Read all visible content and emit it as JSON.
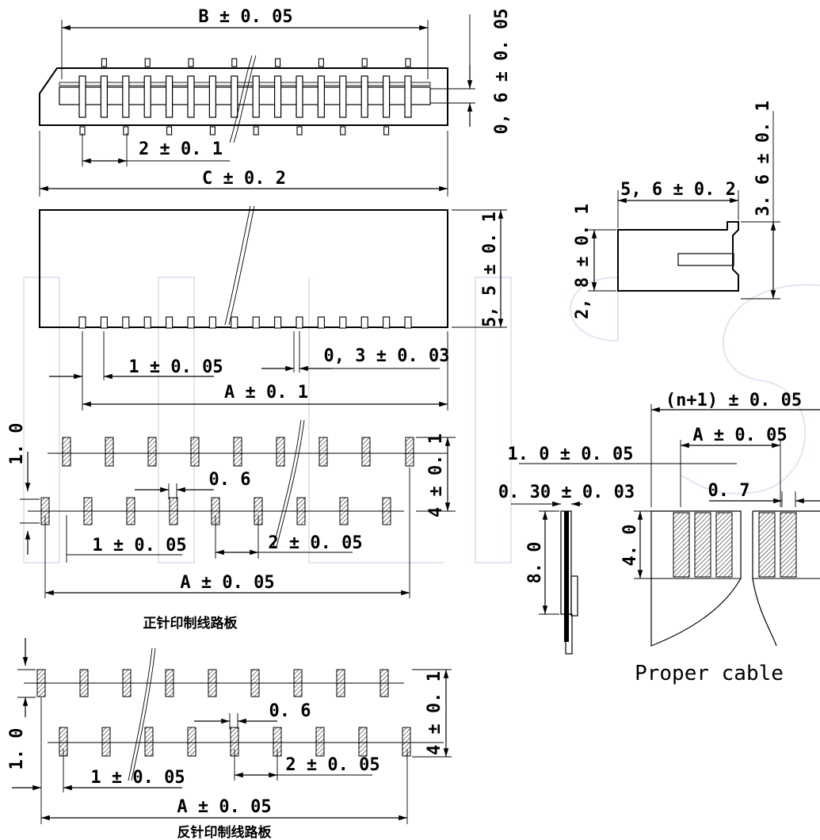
{
  "labels": {
    "dim_b": "B ± 0. 05",
    "dim_c": "C ± 0. 2",
    "dim_pitch_2": "2 ± 0. 1",
    "dim_06_side": "0, 6 ± 0. 05",
    "dim_55": "5, 5 ± 0. 1",
    "dim_1_front": "1 ± 0. 05",
    "dim_03": "0, 3 ± 0. 03",
    "dim_a_front": "A ± 0. 1",
    "dim_56": "5, 6 ± 0. 2",
    "dim_28": "2, 8 ± 0. 1",
    "dim_36": "3. 6 ± 0. 1",
    "dim_10_side": "1. 0",
    "dim_06_pcb1": "0. 6",
    "dim_4_pcb1": "4 ± 0. 1",
    "dim_1_pcb1": "1 ± 0. 05",
    "dim_2_pcb1": "2 ± 0. 05",
    "dim_a_pcb1": "A ± 0. 05",
    "caption_pcb1": "正针印制线路板",
    "dim_10_side2": "1. 0",
    "dim_06_pcb2": "0. 6",
    "dim_4_pcb2": "4 ± 0. 1",
    "dim_1_pcb2": "1 ± 0. 05",
    "dim_2_pcb2": "2 ± 0. 05",
    "dim_a_pcb2": "A ± 0. 05",
    "caption_pcb2": "反针印制线路板",
    "dim_n1": "(n+1) ± 0. 05",
    "dim_a_cable": "A ± 0. 05",
    "dim_10_cable": "1. 0 ± 0. 05",
    "dim_030": "0. 30 ± 0. 03",
    "dim_07": "0. 7",
    "dim_80": "8. 0",
    "dim_40": "4. 0",
    "caption_cable": "Proper cable"
  }
}
